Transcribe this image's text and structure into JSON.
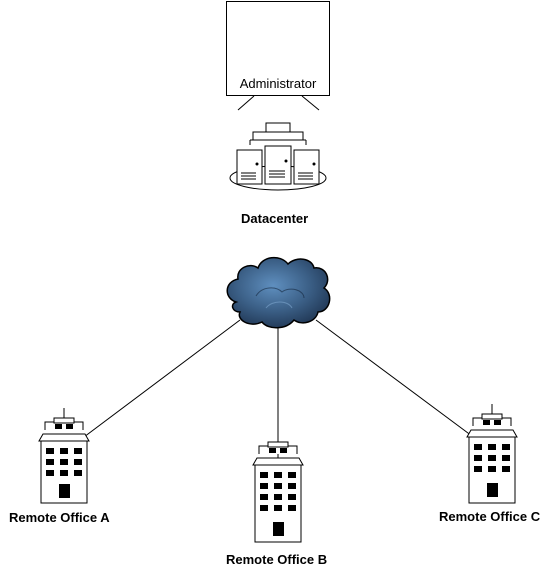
{
  "admin": {
    "label": "Administrator"
  },
  "datacenter": {
    "label": "Datacenter"
  },
  "offices": [
    {
      "label": "Remote Office A"
    },
    {
      "label": "Remote Office B"
    },
    {
      "label": "Remote Office C"
    }
  ],
  "colors": {
    "cloud": "#3b5f86",
    "cloud_dark": "#1f3552",
    "person": "#8aa6c8",
    "line": "#000000"
  },
  "icons": [
    "user-computer-icon",
    "server-cluster-icon",
    "cloud-icon",
    "office-building-icon"
  ]
}
